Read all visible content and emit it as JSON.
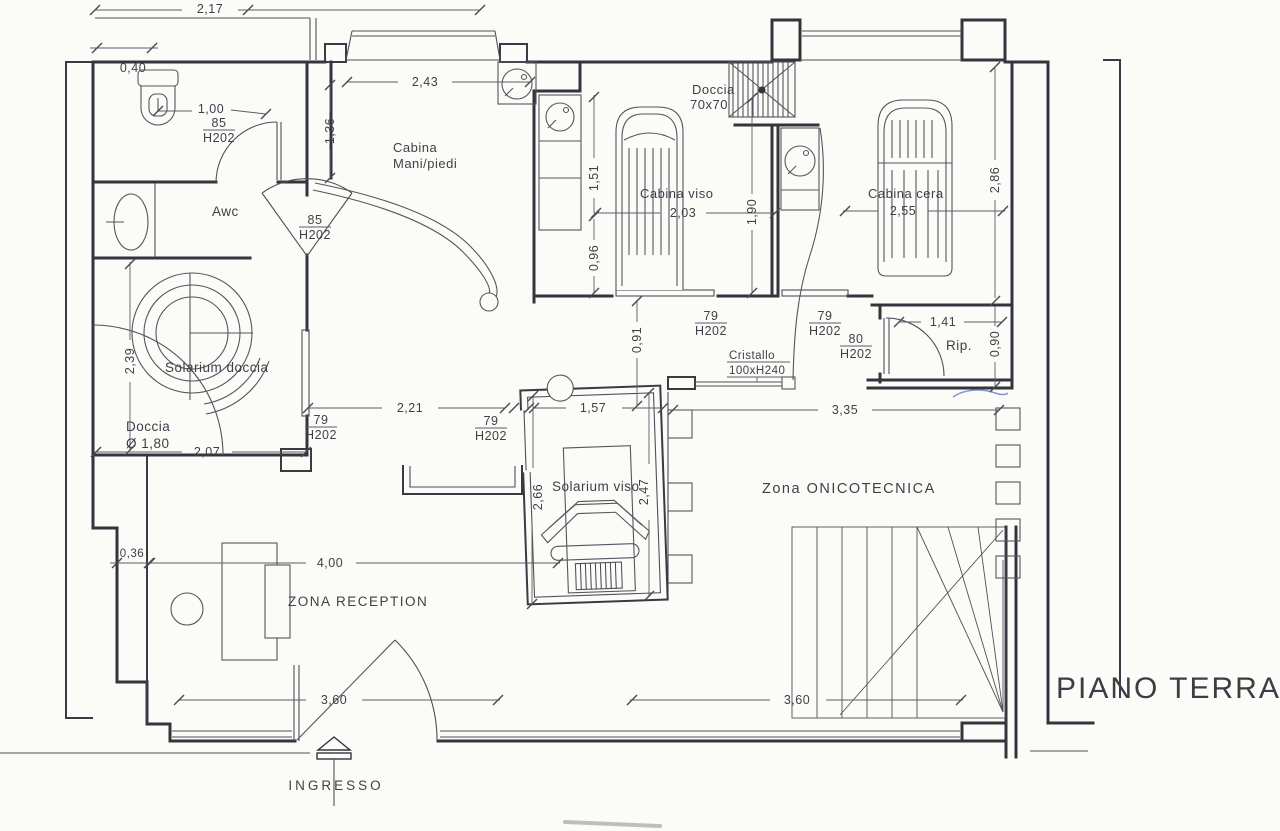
{
  "drawing": {
    "title": "PIANO TERRA",
    "entrance_label": "INGRESSO"
  },
  "colors": {
    "ink": "#3c3c45",
    "pen_annotation": "#6f83cc"
  },
  "rooms": {
    "cabina_mani_line1": "Cabina",
    "cabina_mani_line2": "Mani/piedi",
    "awc": "Awc",
    "cabina_viso": "Cabina viso",
    "cabina_cera": "Cabina cera",
    "solarium_doccia": "Solarium doccia",
    "solarium_viso": "Solarium viso",
    "zona_onicotecnica": "Zona ONICOTECNICA",
    "zona_reception": "ZONA RECEPTION",
    "ripostiglio": "Rip."
  },
  "fixtures": {
    "doccia70_line1": "Doccia",
    "doccia70_line2": "70x70",
    "doccia180_line1": "Doccia",
    "doccia180_line2": "Ø 1,80",
    "cristallo_line1": "Cristallo",
    "cristallo_line2": "100xH240"
  },
  "doors": {
    "wc": {
      "width": "85",
      "height": "H202"
    },
    "awc": {
      "width": "85",
      "height": "H202"
    },
    "sol_doccia": {
      "width": "79",
      "height": "H202"
    },
    "sol_viso": {
      "width": "79",
      "height": "H202"
    },
    "viso": {
      "width": "79",
      "height": "H202"
    },
    "cera": {
      "width": "79",
      "height": "H202"
    },
    "rip": {
      "width": "80",
      "height": "H202"
    }
  },
  "dimensions": {
    "top_width": "2,17",
    "wall_offset": "0,40",
    "wc_door": "1,00",
    "corridor": "1,36",
    "mani_width": "2,43",
    "viso_h1": "1,51",
    "viso_h2": "0,96",
    "viso_width": "2,03",
    "viso_cera_gap": "1,90",
    "cera_width": "2,55",
    "cera_height": "2,86",
    "center_h": "0,91",
    "rip_width": "1,41",
    "rip_height": "0,90",
    "soldoccia_h": "2,39",
    "soldoccia_w": "2,07",
    "corridor_w": "2,21",
    "solviso_w": "1,57",
    "onico_w": "3,35",
    "solviso_side": "2,66",
    "solviso_depth": "2,47",
    "reception_offset": "0,36",
    "reception_w": "4,00",
    "entrance_w": "3,60",
    "stairs_w": "3,60"
  }
}
